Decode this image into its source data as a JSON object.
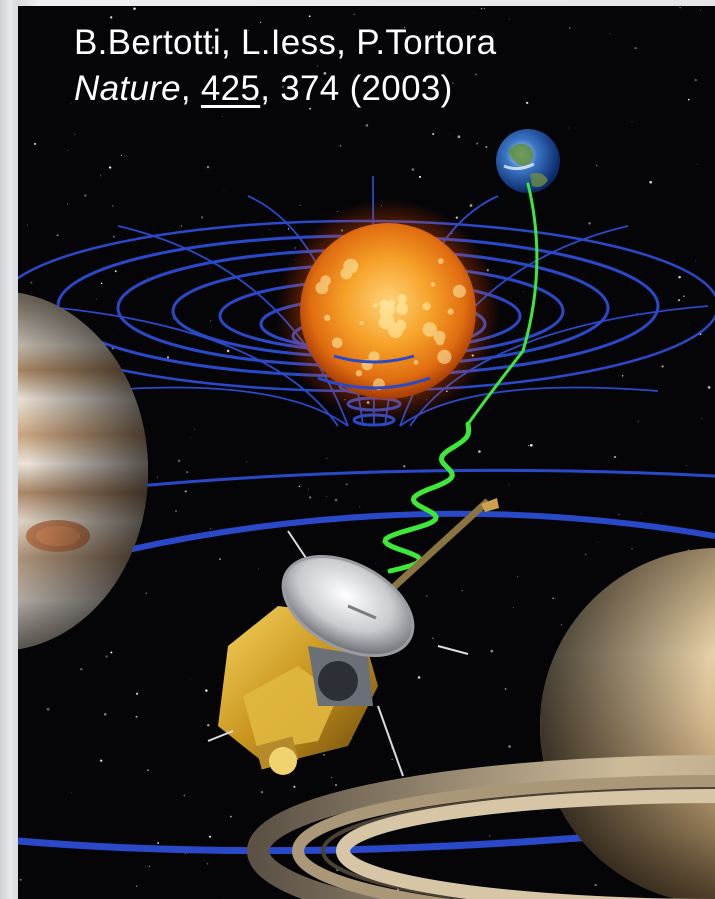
{
  "caption": {
    "authors": "B.Bertotti, L.Iess, P.Tortora",
    "journal": "Nature",
    "sep1": ",  ",
    "volume": "425",
    "pages_year": ", 374 (2003)"
  },
  "colors": {
    "space": "#050507",
    "grid_blue": "#2a49c8",
    "signal_green": "#3ee83a",
    "sun": "#f39a1c",
    "gold_foil": "#c9a227"
  },
  "objects": {
    "earth": "earth",
    "sun": "sun",
    "jupiter": "jupiter",
    "saturn": "saturn",
    "spacecraft": "cassini-spacecraft"
  }
}
